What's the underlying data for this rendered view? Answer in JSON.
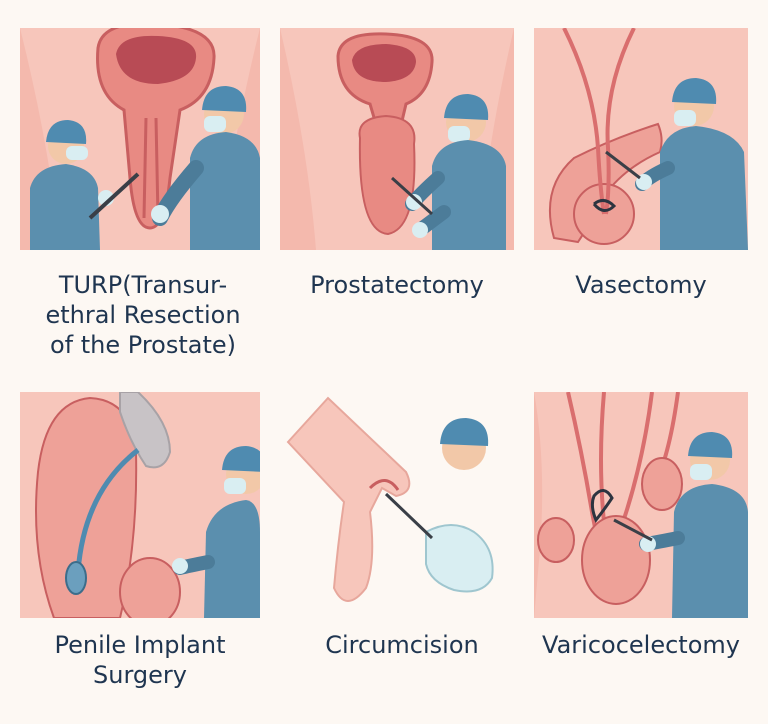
{
  "procedures": [
    {
      "label": "TURP(Transur-\nethral Resection\nof the Prostate)"
    },
    {
      "label": "Prostatectomy"
    },
    {
      "label": "Vasectomy"
    },
    {
      "label": "Penile Implant\nSurgery"
    },
    {
      "label": "Circumcision"
    },
    {
      "label": "Varicocelectomy"
    }
  ],
  "colors": {
    "background": "#fdf8f3",
    "skin": "#f7c6bb",
    "organ": "#e88a83",
    "organ_dark": "#c85f60",
    "scrubs": "#5b8fae",
    "cap": "#4f8bb0",
    "glove": "#d9eef2",
    "text": "#1f3550"
  }
}
